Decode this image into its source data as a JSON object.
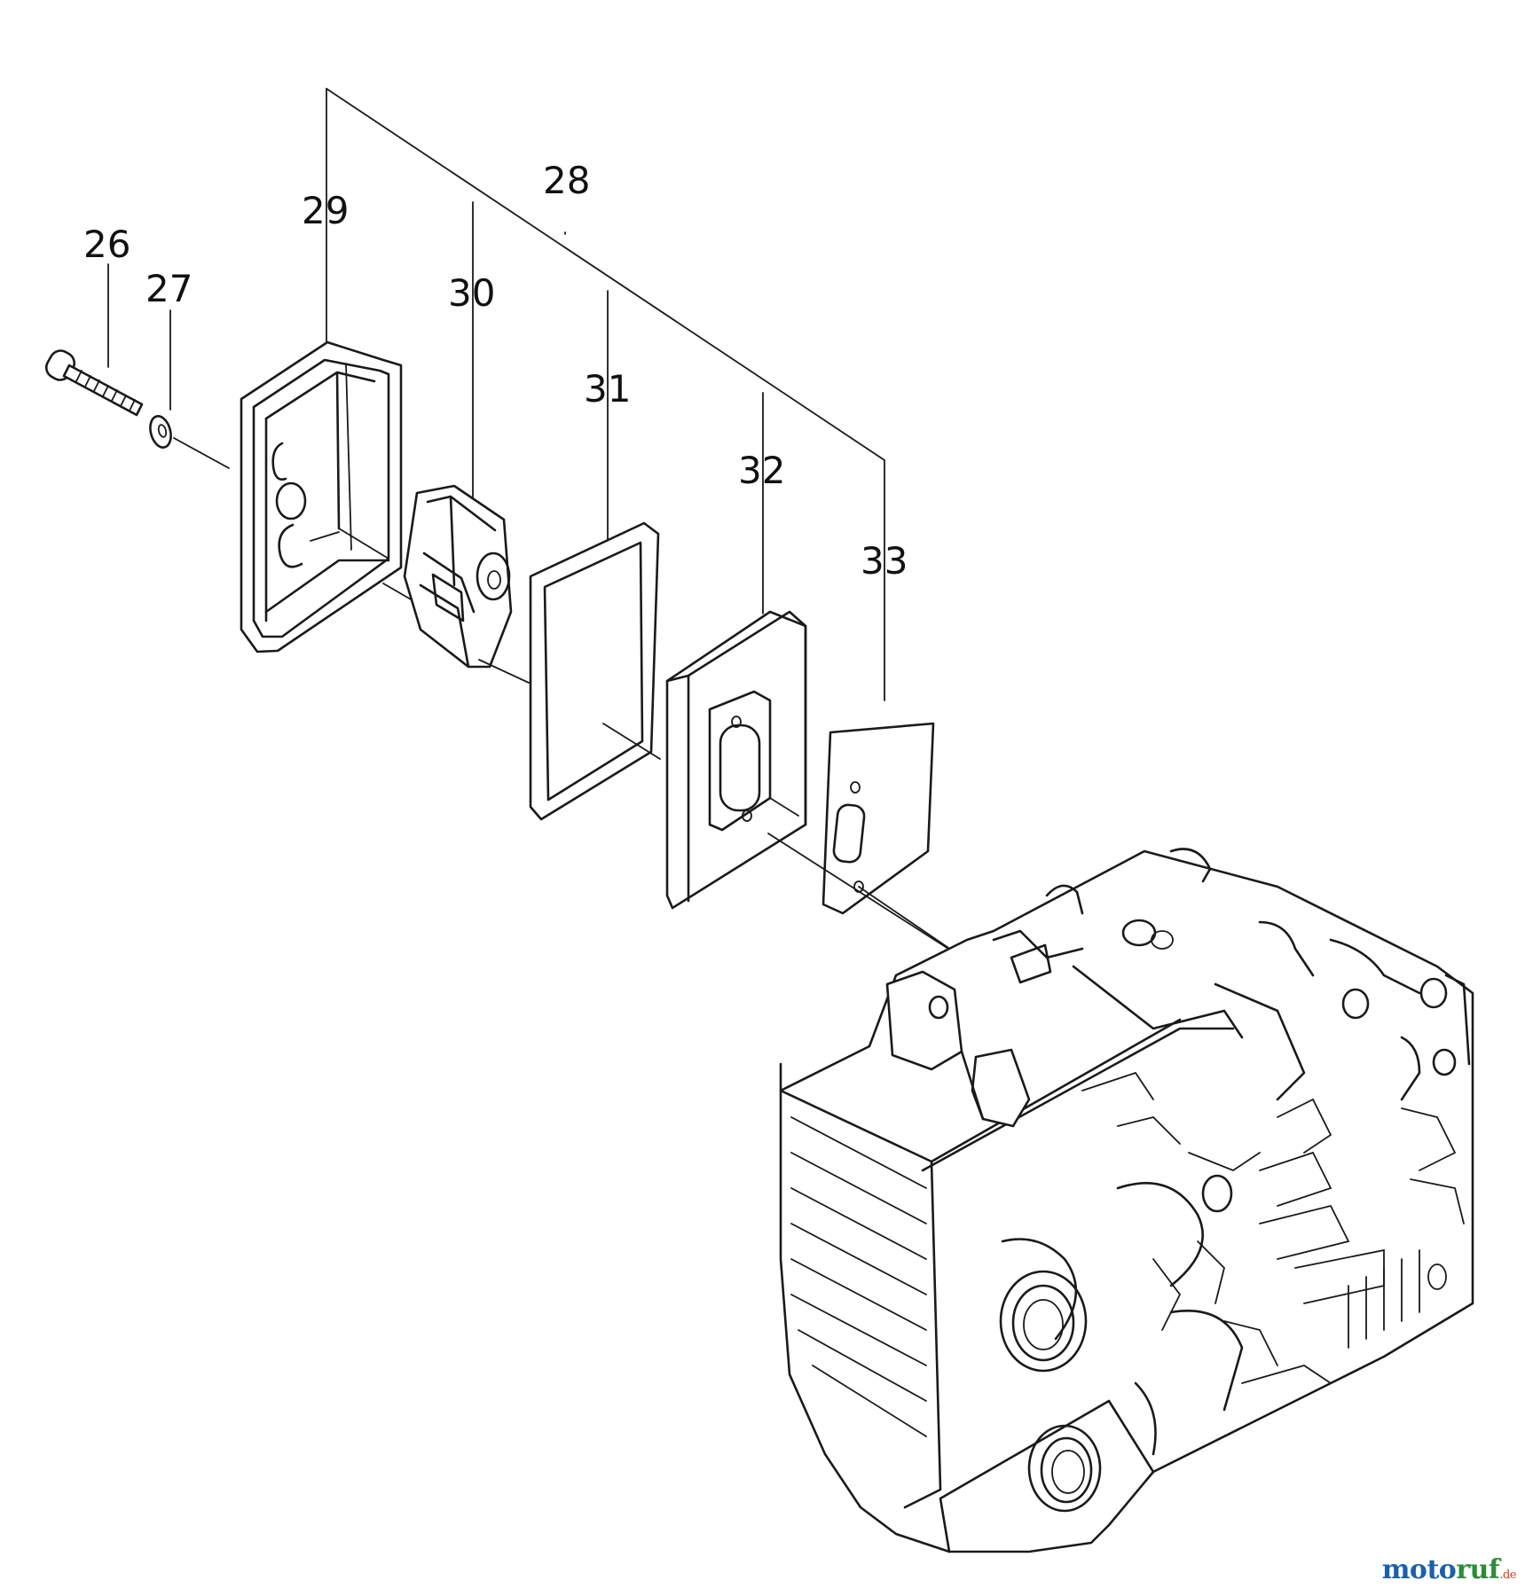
{
  "labels": {
    "p26": "26",
    "p27": "27",
    "p28": "28",
    "p29": "29",
    "p30": "30",
    "p31": "31",
    "p32": "32",
    "p33": "33"
  },
  "watermark": {
    "text_main": "motoruf",
    "text_tld": ".de",
    "colors": {
      "moto": "#1d5fa8",
      "ruf": "#2e8b3a",
      "dot": "#d23a1e"
    }
  }
}
